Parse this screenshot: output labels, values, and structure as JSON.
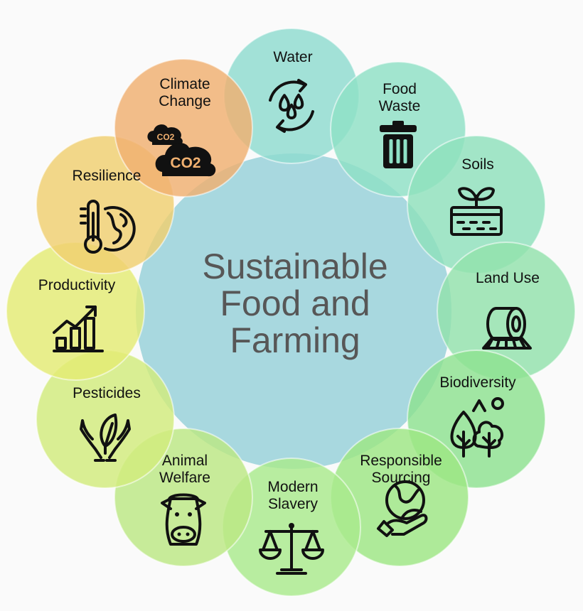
{
  "center": {
    "lines": [
      "Sustainable",
      "Food and",
      "Farming"
    ],
    "color": "#a8d8df"
  },
  "nodes": [
    {
      "id": "water",
      "lines": [
        "Water"
      ],
      "color": "#8fdcd0",
      "icon": "water-cycle-icon"
    },
    {
      "id": "food-waste",
      "lines": [
        "Food",
        "Waste"
      ],
      "color": "#8fe0c6",
      "icon": "trash-can-icon"
    },
    {
      "id": "soils",
      "lines": [
        "Soils"
      ],
      "color": "#8fe0bc",
      "icon": "sprout-soil-icon"
    },
    {
      "id": "land-use",
      "lines": [
        "Land Use"
      ],
      "color": "#92e2ac",
      "icon": "hay-bale-icon"
    },
    {
      "id": "biodiversity",
      "lines": [
        "Biodiversity"
      ],
      "color": "#8ee290",
      "icon": "trees-icon"
    },
    {
      "id": "responsible-sourcing",
      "lines": [
        "Responsible",
        "Sourcing"
      ],
      "color": "#9ee684",
      "icon": "hand-globe-icon"
    },
    {
      "id": "modern-slavery",
      "lines": [
        "Modern",
        "Slavery"
      ],
      "color": "#a9ea8c",
      "icon": "scales-icon"
    },
    {
      "id": "animal-welfare",
      "lines": [
        "Animal",
        "Welfare"
      ],
      "color": "#bce884",
      "icon": "cow-icon"
    },
    {
      "id": "pesticides",
      "lines": [
        "Pesticides"
      ],
      "color": "#d2ec7c",
      "icon": "hands-leaf-icon"
    },
    {
      "id": "productivity",
      "lines": [
        "Productivity"
      ],
      "color": "#e4ec74",
      "icon": "growth-chart-icon"
    },
    {
      "id": "resilience",
      "lines": [
        "Resilience"
      ],
      "color": "#f0d070",
      "icon": "thermometer-globe-icon"
    },
    {
      "id": "climate-change",
      "lines": [
        "Climate",
        "Change"
      ],
      "color": "#f0b070",
      "icon": "co2-clouds-icon",
      "co2_text": "CO2"
    }
  ]
}
